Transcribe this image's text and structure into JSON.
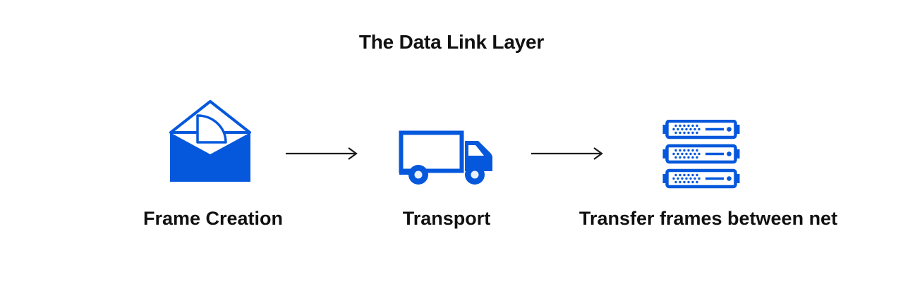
{
  "title": "The Data Link Layer",
  "colors": {
    "accent": "#0558DC",
    "arrow": "#1A1A1A",
    "text": "#111111",
    "background": "#FFFFFF"
  },
  "steps": [
    {
      "label": "Frame Creation",
      "icon": "envelope-letter-icon"
    },
    {
      "label": "Transport",
      "icon": "truck-icon"
    },
    {
      "label": "Transfer frames between net",
      "icon": "server-stack-icon"
    }
  ],
  "connectors": [
    {
      "icon": "right-arrow-icon"
    },
    {
      "icon": "right-arrow-icon"
    }
  ]
}
